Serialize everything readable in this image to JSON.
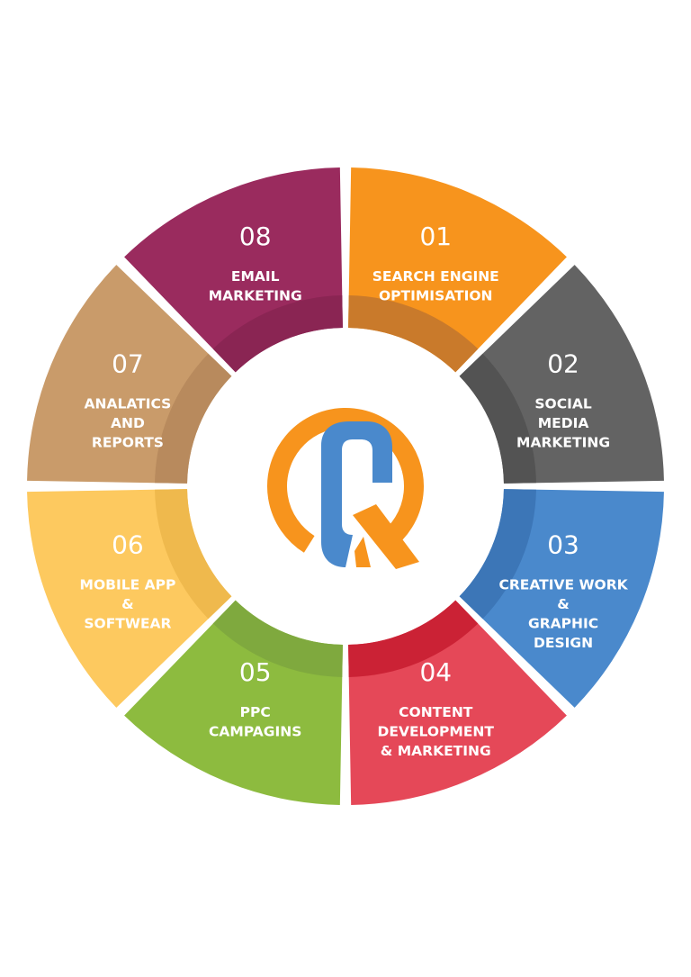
{
  "segments": [
    {
      "number": "01",
      "lines": [
        "SEARCH ENGINE",
        "OPTIMISATION"
      ],
      "color": "#F7941D",
      "shade": "#C97A2B"
    },
    {
      "number": "02",
      "lines": [
        "SOCIAL",
        "MEDIA",
        "MARKETING"
      ],
      "color": "#636363",
      "shade": "#535353"
    },
    {
      "number": "03",
      "lines": [
        "CREATIVE WORK",
        "&",
        "GRAPHIC",
        "DESIGN"
      ],
      "color": "#4A89CC",
      "shade": "#3C76B7"
    },
    {
      "number": "04",
      "lines": [
        "CONTENT",
        "DEVELOPMENT",
        "& MARKETING"
      ],
      "color": "#E54858",
      "shade": "#CB2235"
    },
    {
      "number": "05",
      "lines": [
        "PPC",
        "CAMPAGINS"
      ],
      "color": "#8DBB3F",
      "shade": "#7FA93E"
    },
    {
      "number": "06",
      "lines": [
        "MOBILE APP",
        "&",
        "SOFTWEAR"
      ],
      "color": "#FDC95F",
      "shade": "#EFB94D"
    },
    {
      "number": "07",
      "lines": [
        "ANALATICS",
        "AND",
        "REPORTS"
      ],
      "color": "#C99B6A",
      "shade": "#B88A5D"
    },
    {
      "number": "08",
      "lines": [
        "EMAIL",
        "MARKETING"
      ],
      "color": "#9A2B5E",
      "shade": "#8A2553"
    }
  ],
  "logo": {
    "ring_color": "#F7941D",
    "q_color": "#4A89CC",
    "tail_color": "#F7941D"
  }
}
